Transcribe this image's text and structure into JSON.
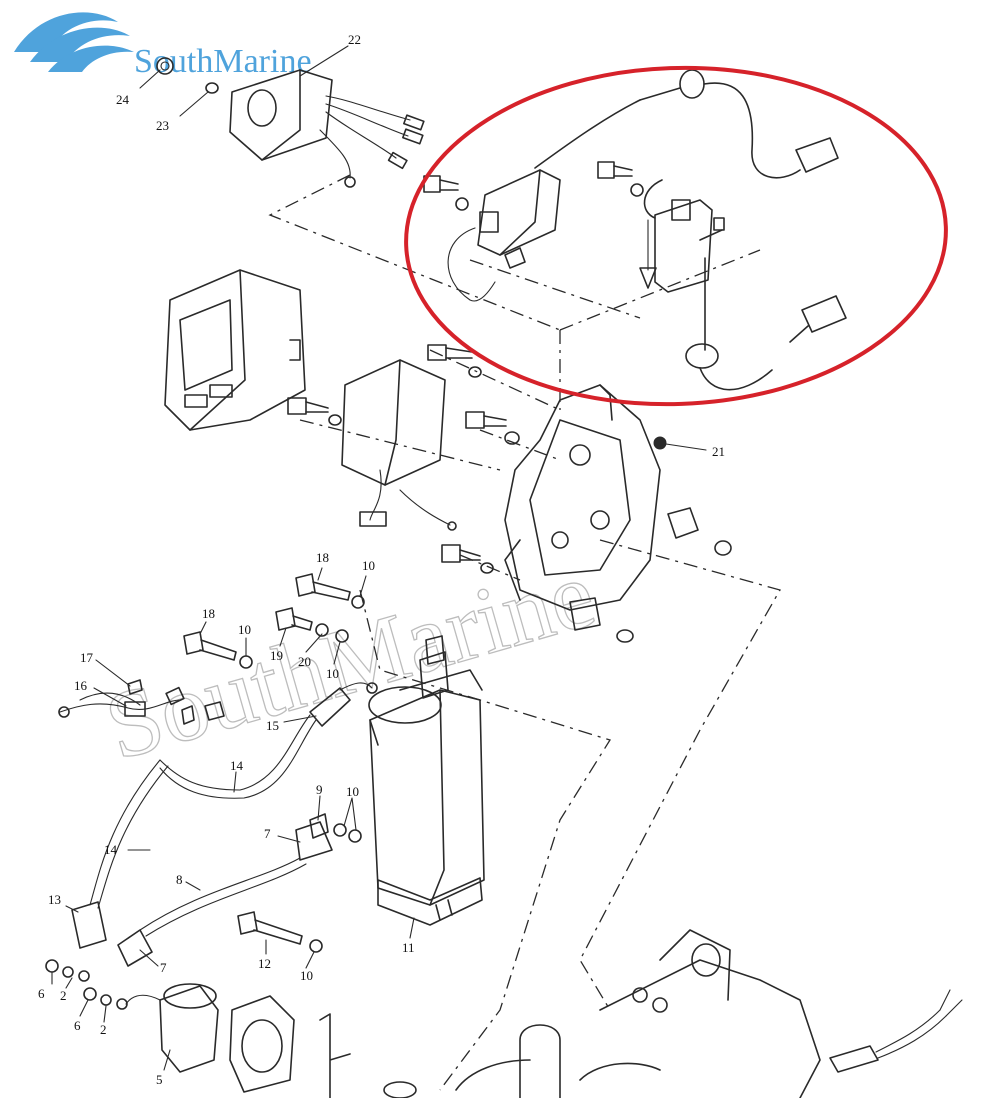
{
  "brand": {
    "name": "SouthMarine",
    "watermark": "SouthMarine",
    "color": "#4fa3dc"
  },
  "highlight": {
    "shape": "ellipse",
    "color": "#d6222a"
  },
  "callouts": [
    {
      "id": "c24",
      "label": "24"
    },
    {
      "id": "c23",
      "label": "23"
    },
    {
      "id": "c22",
      "label": "22"
    },
    {
      "id": "c21",
      "label": "21"
    },
    {
      "id": "c18a",
      "label": "18"
    },
    {
      "id": "c10a",
      "label": "10"
    },
    {
      "id": "c18b",
      "label": "18"
    },
    {
      "id": "c10b",
      "label": "10"
    },
    {
      "id": "c19",
      "label": "19"
    },
    {
      "id": "c20",
      "label": "20"
    },
    {
      "id": "c10c",
      "label": "10"
    },
    {
      "id": "c17",
      "label": "17"
    },
    {
      "id": "c16",
      "label": "16"
    },
    {
      "id": "c15",
      "label": "15"
    },
    {
      "id": "c14a",
      "label": "14"
    },
    {
      "id": "c14b",
      "label": "14"
    },
    {
      "id": "c9",
      "label": "9"
    },
    {
      "id": "c10d",
      "label": "10"
    },
    {
      "id": "c7a",
      "label": "7"
    },
    {
      "id": "c8",
      "label": "8"
    },
    {
      "id": "c13",
      "label": "13"
    },
    {
      "id": "c7b",
      "label": "7"
    },
    {
      "id": "c12",
      "label": "12"
    },
    {
      "id": "c10e",
      "label": "10"
    },
    {
      "id": "c11",
      "label": "11"
    },
    {
      "id": "c6a",
      "label": "6"
    },
    {
      "id": "c2a",
      "label": "2"
    },
    {
      "id": "c6b",
      "label": "6"
    },
    {
      "id": "c2b",
      "label": "2"
    },
    {
      "id": "c5",
      "label": "5"
    }
  ]
}
